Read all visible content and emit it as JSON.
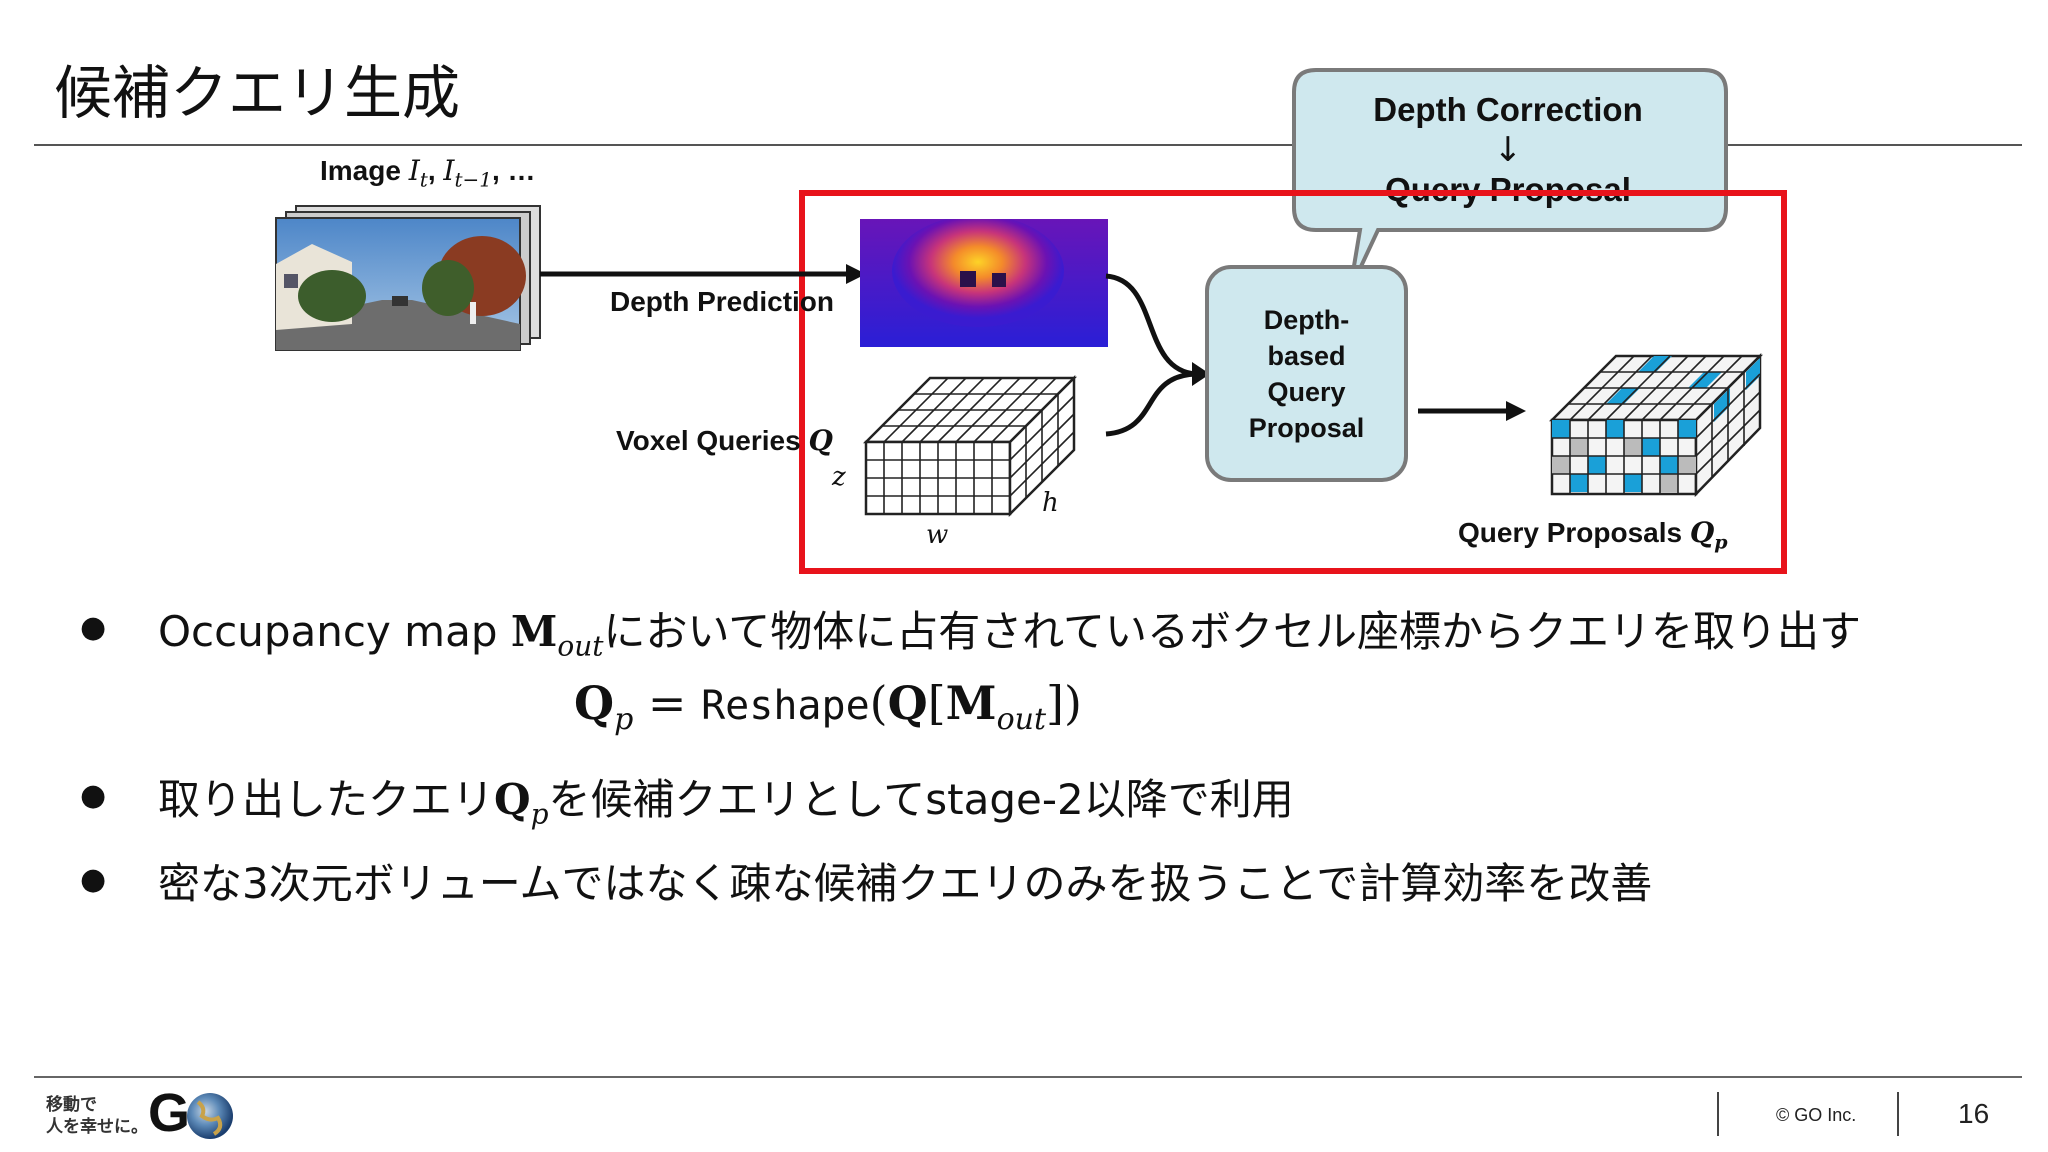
{
  "slide": {
    "title": "候補クエリ生成",
    "page_number": "16"
  },
  "figure": {
    "image_label": "Image",
    "image_symbols": "I",
    "image_sub_t": "t",
    "image_sep": ", ",
    "image_sub_t1": "t−1",
    "image_ellipsis": ", …",
    "depth_prediction_label": "Depth Prediction",
    "voxel_queries_label": "Voxel Queries",
    "voxel_symbol": "Q",
    "axis_z": "z",
    "axis_h": "h",
    "axis_w": "w",
    "dbq_label": "Depth-\nbased\nQuery\nProposal",
    "query_proposals_label": "Query Proposals",
    "qp_symbol": "Q",
    "qp_sub": "p",
    "callout_line1": "Depth Correction",
    "callout_arrow": "↓",
    "callout_line2": "Query Proposal"
  },
  "bullets": [
    {
      "pre": "Occupancy map ",
      "math_main": "M",
      "math_sub": "out",
      "post": "において物体に占有されているボクセル座標からクエリを取り出す"
    },
    {
      "pre": "取り出したクエリ",
      "math_main": "Q",
      "math_sub": "p",
      "post": "を候補クエリとしてstage-2以降で利用"
    },
    {
      "pre": "密な3次元ボリュームではなく疎な候補クエリのみを扱うことで計算効率を改善"
    }
  ],
  "equation": {
    "lhs": "Q",
    "lhs_sub": "p",
    "eq": " = ",
    "fn": "Reshape",
    "open": "(",
    "q": "Q",
    "bracket_open": "[",
    "m": "M",
    "m_sub": "out",
    "close": "])"
  },
  "footer": {
    "tagline_line1": "移動で",
    "tagline_line2": "人を幸せに。",
    "logo_text": "GO",
    "copyright": "© GO Inc."
  },
  "colors": {
    "accent_red": "#e8131b",
    "box_fill": "#cfe8ee",
    "box_border": "#7a7a7a",
    "voxel_highlight": "#1aa0d8"
  }
}
